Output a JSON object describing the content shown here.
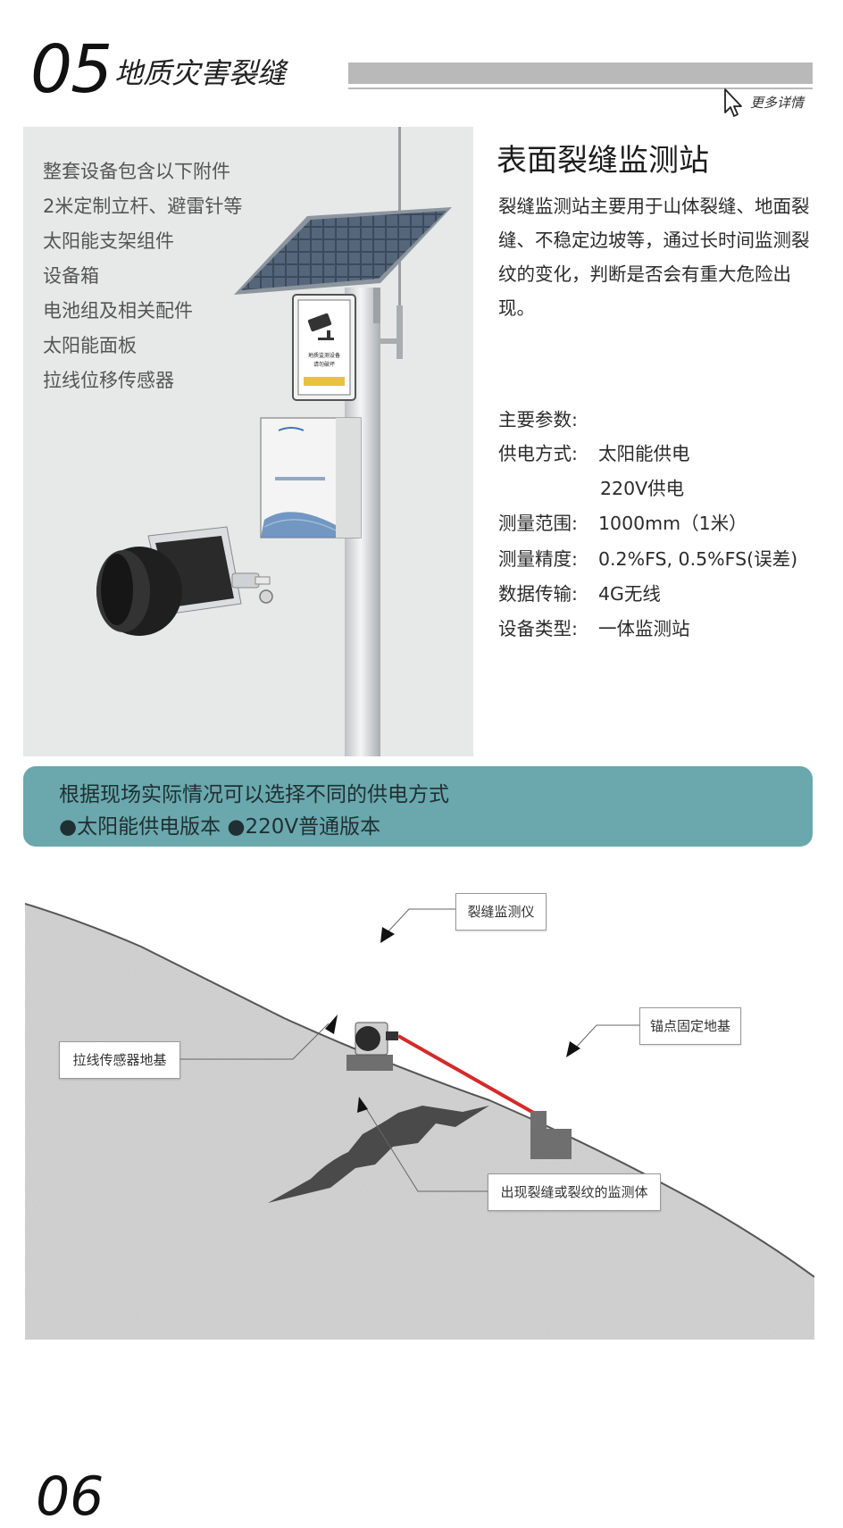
{
  "header": {
    "number": "05",
    "title": "地质灾害裂缝",
    "more_link": "更多详情"
  },
  "accessories": {
    "items": [
      "整套设备包含以下附件",
      "2米定制立杆、避雷针等",
      "太阳能支架组件",
      "设备箱",
      "电池组及相关配件",
      "太阳能面板",
      "拉线位移传感器"
    ]
  },
  "product": {
    "title": "表面裂缝监测站",
    "description": "裂缝监测站主要用于山体裂缝、地面裂缝、不稳定边坡等，通过长时间监测裂纹的变化，判断是否会有重大危险出现。",
    "params_heading": "主要参数:",
    "params": [
      {
        "label": "供电方式:",
        "value": "太阳能供电"
      },
      {
        "label": "",
        "value": "220V供电"
      },
      {
        "label": "测量范围:",
        "value": "1000mm（1米）"
      },
      {
        "label": "测量精度:",
        "value": "0.2%FS, 0.5%FS(误差)"
      },
      {
        "label": "数据传输:",
        "value": "4G无线"
      },
      {
        "label": "设备类型:",
        "value": "一体监测站"
      }
    ]
  },
  "device_sign": {
    "line1": "地质监测设备",
    "line2": "请勿破坏"
  },
  "banner": {
    "line1": "根据现场实际情况可以选择不同的供电方式",
    "line2": "●太阳能供电版本  ●220V普通版本"
  },
  "diagram": {
    "labels": {
      "crack_monitor": "裂缝监测仪",
      "anchor_base": "锚点固定地基",
      "sensor_base": "拉线传感器地基",
      "monitored_body": "出现裂缝或裂纹的监测体"
    }
  },
  "footer": {
    "next_number": "06"
  },
  "colors": {
    "banner": "#6aa8ad",
    "wire": "#d42a2a",
    "ground": "#d2d2d2"
  }
}
